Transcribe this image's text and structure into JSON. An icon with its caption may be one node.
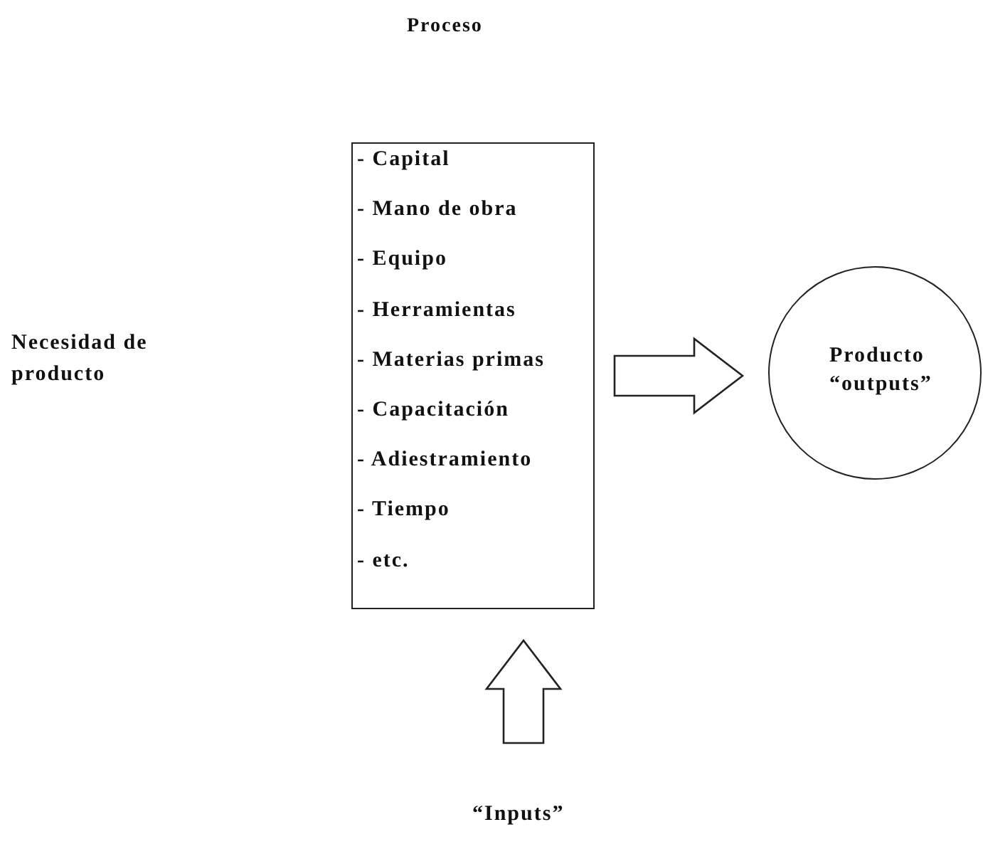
{
  "diagram": {
    "nodes": [
      {
        "text": [
          "- Capital",
          "- Mano de obra",
          "- Equipo",
          "- Herramientas",
          "- Materias primas",
          "- Capacitación",
          "- Adiestramiento",
          "- Tiempo",
          "- etc."
        ]
      },
      {
        "text": [
          "Producto “outputs”"
        ]
      },
      {
        "text": [
          "“Inputs”"
        ]
      }
    ],
    "edges": [
      {
        "from": 0,
        "to": 1,
        "arrow": "to"
      },
      {
        "from": 2,
        "to": 0,
        "arrow": "to"
      }
    ],
    "labels": [
      "Proceso",
      "Necesidad de producto"
    ]
  }
}
